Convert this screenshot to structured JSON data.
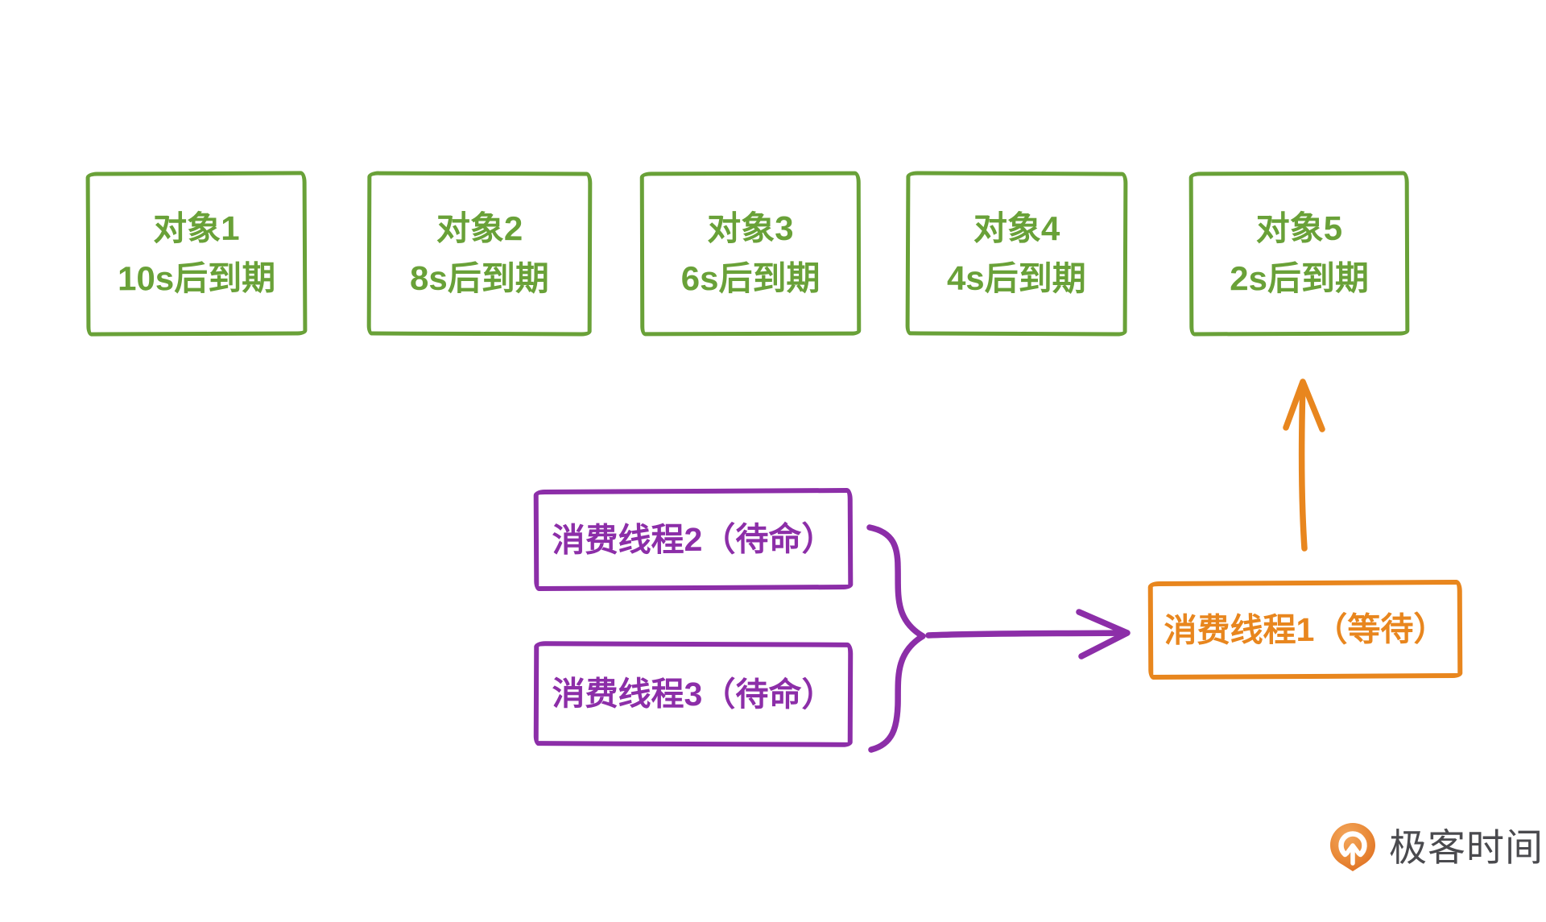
{
  "colors": {
    "background": "#FFFFFF",
    "green": "#69A138",
    "purple": "#8C2EA8",
    "orange": "#E8861E",
    "logo-text": "#4A4A4E"
  },
  "expiry_objects": [
    {
      "name": "对象1",
      "expiry": "10s后到期"
    },
    {
      "name": "对象2",
      "expiry": "8s后到期"
    },
    {
      "name": "对象3",
      "expiry": "6s后到期"
    },
    {
      "name": "对象4",
      "expiry": "4s后到期"
    },
    {
      "name": "对象5",
      "expiry": "2s后到期"
    }
  ],
  "consumer_threads": {
    "standby": [
      {
        "label": "消费线程2（待命）"
      },
      {
        "label": "消费线程3（待命）"
      }
    ],
    "waiting": {
      "label": "消费线程1（等待）"
    }
  },
  "logo": {
    "text": "极客时间"
  }
}
